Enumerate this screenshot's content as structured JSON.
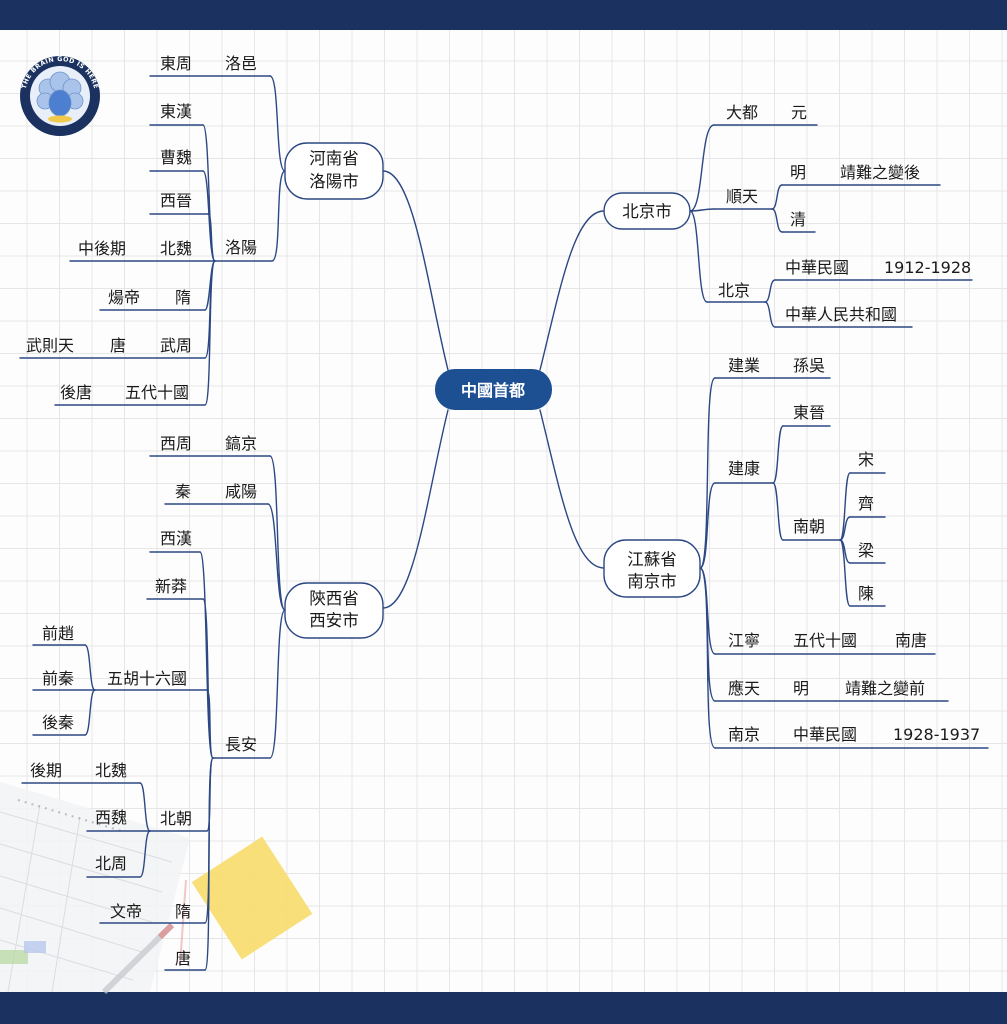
{
  "logo": {
    "lettering": "THE BRAIN GOD IS HERE"
  },
  "colors": {
    "top_bar": "#1b3160",
    "bottom_bar": "#1b3160",
    "center_node": "#1d4f93",
    "branch_line": "#2c4884",
    "sticky_note": "#f7dc6b"
  },
  "center": {
    "label": "中國首都"
  },
  "beijing": {
    "node": [
      "北京市"
    ],
    "dadu": {
      "city": "大都",
      "dynasty": "元"
    },
    "shuntian": {
      "city": "順天",
      "ming": {
        "dynasty": "明",
        "note": "靖難之變後"
      },
      "qing": "清"
    },
    "beijing": {
      "city": "北京",
      "roc": {
        "dynasty": "中華民國",
        "years": "1912-1928"
      },
      "prc": "中華人民共和國"
    }
  },
  "nanjing": {
    "node": [
      "江蘇省",
      "南京市"
    ],
    "jianye": {
      "city": "建業",
      "dynasty": "孫吳"
    },
    "jiankang": {
      "city": "建康",
      "eastern_jin": "東晉",
      "southern_dynasties": {
        "label": "南朝",
        "items": [
          "宋",
          "齊",
          "梁",
          "陳"
        ]
      }
    },
    "jiangning": {
      "city": "江寧",
      "period": "五代十國",
      "dynasty": "南唐"
    },
    "yingtian": {
      "city": "應天",
      "dynasty": "明",
      "note": "靖難之變前"
    },
    "nanjing": {
      "city": "南京",
      "dynasty": "中華民國",
      "years": "1928-1937"
    }
  },
  "luoyang": {
    "node": [
      "河南省",
      "洛陽市"
    ],
    "luoyi": {
      "dynasty": "東周",
      "city": "洛邑"
    },
    "luoyang": {
      "city": "洛陽",
      "eastern_han": "東漢",
      "cao_wei": "曹魏",
      "western_jin": "西晉",
      "northern_wei": {
        "period": "中後期",
        "dynasty": "北魏"
      },
      "sui": {
        "ruler": "煬帝",
        "dynasty": "隋"
      },
      "wu_zhou": {
        "ruler": "武則天",
        "context": "唐",
        "dynasty": "武周"
      },
      "later_tang": {
        "dynasty": "後唐",
        "period": "五代十國"
      }
    }
  },
  "xian": {
    "node": [
      "陝西省",
      "西安市"
    ],
    "haojing": {
      "dynasty": "西周",
      "city": "鎬京"
    },
    "xianyang": {
      "dynasty": "秦",
      "city": "咸陽"
    },
    "changan": {
      "city": "長安",
      "western_han": "西漢",
      "xin": "新莽",
      "sixteen_kingdoms": {
        "label": "五胡十六國",
        "items": [
          "前趙",
          "前秦",
          "後秦"
        ]
      },
      "northern_dynasties": {
        "label": "北朝",
        "northern_wei": {
          "period": "後期",
          "dynasty": "北魏"
        },
        "western_wei": "西魏",
        "northern_zhou": "北周"
      },
      "sui": {
        "ruler": "文帝",
        "dynasty": "隋"
      },
      "tang": "唐"
    }
  }
}
